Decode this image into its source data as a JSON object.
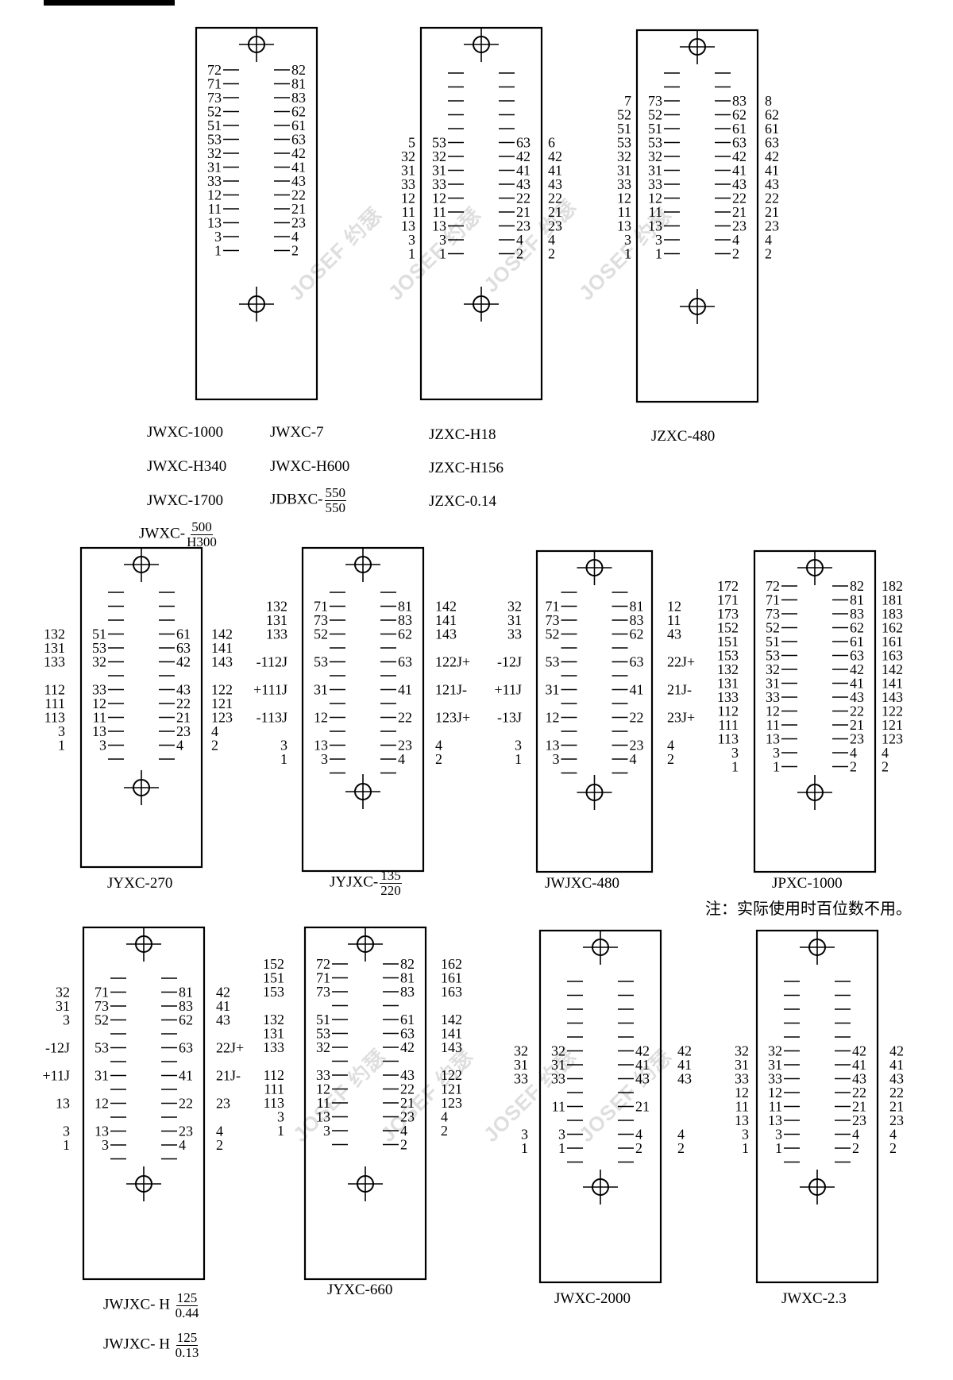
{
  "note": "注：实际使用时百位数不用。",
  "watermark": "JOSEF 约瑟",
  "panels": [
    {
      "id": "p1",
      "names": [
        {
          "pre": "JWXC-1000"
        },
        {
          "pre": "JWXC-H340"
        },
        {
          "pre": "JWXC-1700"
        },
        {
          "pre": "JWXC-",
          "num": "500",
          "den": "H300"
        },
        {
          "pre": "JWXC-7"
        },
        {
          "pre": "JWXC-H600"
        },
        {
          "pre": "JDBXC-",
          "num": "550",
          "den": "550"
        }
      ],
      "rows": [
        [
          "",
          "72",
          "82",
          ""
        ],
        [
          "",
          "71",
          "81",
          ""
        ],
        [
          "",
          "73",
          "83",
          ""
        ],
        [
          "",
          "52",
          "62",
          ""
        ],
        [
          "",
          "51",
          "61",
          ""
        ],
        [
          "",
          "53",
          "63",
          ""
        ],
        [
          "",
          "32",
          "42",
          ""
        ],
        [
          "",
          "31",
          "41",
          ""
        ],
        [
          "",
          "33",
          "43",
          ""
        ],
        [
          "",
          "12",
          "22",
          ""
        ],
        [
          "",
          "11",
          "21",
          ""
        ],
        [
          "",
          "13",
          "23",
          ""
        ],
        [
          "",
          "3",
          "4",
          ""
        ],
        [
          "",
          "1",
          "2",
          ""
        ]
      ]
    },
    {
      "id": "p2",
      "names": [
        {
          "pre": "JZXC-H18"
        },
        {
          "pre": "JZXC-H156"
        },
        {
          "pre": "JZXC-0.14"
        }
      ],
      "rows": [
        [
          "",
          "",
          "",
          ""
        ],
        [
          "",
          "",
          "",
          ""
        ],
        [
          "",
          "",
          "",
          ""
        ],
        [
          "",
          "",
          "",
          ""
        ],
        [
          "",
          "",
          "",
          ""
        ],
        [
          "5",
          "53",
          "63",
          "6"
        ],
        [
          "32",
          "32",
          "42",
          "42"
        ],
        [
          "31",
          "31",
          "41",
          "41"
        ],
        [
          "33",
          "33",
          "43",
          "43"
        ],
        [
          "12",
          "12",
          "22",
          "22"
        ],
        [
          "11",
          "11",
          "21",
          "21"
        ],
        [
          "13",
          "13",
          "23",
          "23"
        ],
        [
          "3",
          "3",
          "4",
          "4"
        ],
        [
          "1",
          "1",
          "2",
          "2"
        ]
      ]
    },
    {
      "id": "p3",
      "names": [
        {
          "pre": "JZXC-480"
        }
      ],
      "rows": [
        [
          "",
          "",
          "",
          ""
        ],
        [
          "",
          "",
          "",
          ""
        ],
        [
          "7",
          "73",
          "83",
          "8"
        ],
        [
          "52",
          "52",
          "62",
          "62"
        ],
        [
          "51",
          "51",
          "61",
          "61"
        ],
        [
          "53",
          "53",
          "63",
          "63"
        ],
        [
          "32",
          "32",
          "42",
          "42"
        ],
        [
          "31",
          "31",
          "41",
          "41"
        ],
        [
          "33",
          "33",
          "43",
          "43"
        ],
        [
          "12",
          "12",
          "22",
          "22"
        ],
        [
          "11",
          "11",
          "21",
          "21"
        ],
        [
          "13",
          "13",
          "23",
          "23"
        ],
        [
          "3",
          "3",
          "4",
          "4"
        ],
        [
          "1",
          "1",
          "2",
          "2"
        ]
      ]
    },
    {
      "id": "p4",
      "names": [
        {
          "pre": "JYXC-270"
        }
      ],
      "rows": [
        [
          "",
          "",
          "",
          ""
        ],
        [
          "",
          "",
          "",
          ""
        ],
        [
          "",
          "",
          "",
          ""
        ],
        [
          "132",
          "51",
          "61",
          "142"
        ],
        [
          "131",
          "53",
          "63",
          "141"
        ],
        [
          "133",
          "32",
          "42",
          "143"
        ],
        [
          "",
          "",
          "",
          ""
        ],
        [
          "112",
          "33",
          "43",
          "122"
        ],
        [
          "111",
          "12",
          "22",
          "121"
        ],
        [
          "113",
          "11",
          "21",
          "123"
        ],
        [
          "3",
          "13",
          "23",
          "4"
        ],
        [
          "1",
          "3",
          "4",
          "2"
        ],
        [
          "",
          "",
          "",
          ""
        ]
      ]
    },
    {
      "id": "p5",
      "names": [
        {
          "pre": "JYJXC-",
          "num": "135",
          "den": "220"
        }
      ],
      "rows": [
        [
          "",
          "",
          "",
          ""
        ],
        [
          "132",
          "71",
          "81",
          "142"
        ],
        [
          "131",
          "73",
          "83",
          "141"
        ],
        [
          "133",
          "52",
          "62",
          "143"
        ],
        [
          "",
          "",
          "",
          ""
        ],
        [
          "-112J",
          "53",
          "63",
          "122J+"
        ],
        [
          "",
          "",
          "",
          ""
        ],
        [
          "+111J",
          "31",
          "41",
          "121J-"
        ],
        [
          "",
          "",
          "",
          ""
        ],
        [
          "-113J",
          "12",
          "22",
          "123J+"
        ],
        [
          "",
          "",
          "",
          ""
        ],
        [
          "3",
          "13",
          "23",
          "4"
        ],
        [
          "1",
          "3",
          "4",
          "2"
        ],
        [
          "",
          "",
          "",
          ""
        ]
      ]
    },
    {
      "id": "p6",
      "names": [
        {
          "pre": "JWJXC-480"
        }
      ],
      "rows": [
        [
          "",
          "",
          "",
          ""
        ],
        [
          "32",
          "71",
          "81",
          "12"
        ],
        [
          "31",
          "73",
          "83",
          "11"
        ],
        [
          "33",
          "52",
          "62",
          "43"
        ],
        [
          "",
          "",
          "",
          ""
        ],
        [
          "-12J",
          "53",
          "63",
          "22J+"
        ],
        [
          "",
          "",
          "",
          ""
        ],
        [
          "+11J",
          "31",
          "41",
          "21J-"
        ],
        [
          "",
          "",
          "",
          ""
        ],
        [
          "-13J",
          "12",
          "22",
          "23J+"
        ],
        [
          "",
          "",
          "",
          ""
        ],
        [
          "3",
          "13",
          "23",
          "4"
        ],
        [
          "1",
          "3",
          "4",
          "2"
        ],
        [
          "",
          "",
          "",
          ""
        ]
      ]
    },
    {
      "id": "p7",
      "names": [
        {
          "pre": "JPXC-1000"
        }
      ],
      "rows": [
        [
          "172",
          "72",
          "82",
          "182"
        ],
        [
          "171",
          "71",
          "81",
          "181"
        ],
        [
          "173",
          "73",
          "83",
          "183"
        ],
        [
          "152",
          "52",
          "62",
          "162"
        ],
        [
          "151",
          "51",
          "61",
          "161"
        ],
        [
          "153",
          "53",
          "63",
          "163"
        ],
        [
          "132",
          "32",
          "42",
          "142"
        ],
        [
          "131",
          "31",
          "41",
          "141"
        ],
        [
          "133",
          "33",
          "43",
          "143"
        ],
        [
          "112",
          "12",
          "22",
          "122"
        ],
        [
          "111",
          "11",
          "21",
          "121"
        ],
        [
          "113",
          "13",
          "23",
          "123"
        ],
        [
          "3",
          "3",
          "4",
          "4"
        ],
        [
          "1",
          "1",
          "2",
          "2"
        ]
      ]
    },
    {
      "id": "p8",
      "names": [
        {
          "pre": "JWJXC- H ",
          "num": "125",
          "den": "0.44"
        },
        {
          "pre": "JWJXC- H ",
          "num": "125",
          "den": "0.13"
        }
      ],
      "rows": [
        [
          "",
          "",
          "",
          ""
        ],
        [
          "32",
          "71",
          "81",
          "42"
        ],
        [
          "31",
          "73",
          "83",
          "41"
        ],
        [
          "3",
          "52",
          "62",
          "43"
        ],
        [
          "",
          "",
          "",
          ""
        ],
        [
          "-12J",
          "53",
          "63",
          "22J+"
        ],
        [
          "",
          "",
          "",
          ""
        ],
        [
          "+11J",
          "31",
          "41",
          "21J-"
        ],
        [
          "",
          "",
          "",
          ""
        ],
        [
          "13",
          "12",
          "22",
          "23"
        ],
        [
          "",
          "",
          "",
          ""
        ],
        [
          "3",
          "13",
          "23",
          "4"
        ],
        [
          "1",
          "3",
          "4",
          "2"
        ],
        [
          "",
          "",
          "",
          ""
        ]
      ]
    },
    {
      "id": "p9",
      "names": [
        {
          "pre": "JYXC-660"
        }
      ],
      "rows": [
        [
          "152",
          "72",
          "82",
          "162"
        ],
        [
          "151",
          "71",
          "81",
          "161"
        ],
        [
          "153",
          "73",
          "83",
          "163"
        ],
        [
          "",
          "",
          "",
          ""
        ],
        [
          "132",
          "51",
          "61",
          "142"
        ],
        [
          "131",
          "53",
          "63",
          "141"
        ],
        [
          "133",
          "32",
          "42",
          "143"
        ],
        [
          "",
          "",
          "",
          ""
        ],
        [
          "112",
          "33",
          "43",
          "122"
        ],
        [
          "111",
          "12",
          "22",
          "121"
        ],
        [
          "113",
          "11",
          "21",
          "123"
        ],
        [
          "3",
          "13",
          "23",
          "4"
        ],
        [
          "1",
          "3",
          "4",
          "2"
        ],
        [
          "",
          "",
          "2",
          ""
        ]
      ]
    },
    {
      "id": "p10",
      "names": [
        {
          "pre": "JWXC-2000"
        }
      ],
      "rows": [
        [
          "",
          "",
          "",
          ""
        ],
        [
          "",
          "",
          "",
          ""
        ],
        [
          "",
          "",
          "",
          ""
        ],
        [
          "",
          "",
          "",
          ""
        ],
        [
          "",
          "",
          "",
          ""
        ],
        [
          "32",
          "32",
          "42",
          "42"
        ],
        [
          "31",
          "31",
          "41",
          "41"
        ],
        [
          "33",
          "33",
          "43",
          "43"
        ],
        [
          "",
          "",
          "",
          ""
        ],
        [
          "",
          "11",
          "21",
          ""
        ],
        [
          "",
          "",
          "",
          ""
        ],
        [
          "3",
          "3",
          "4",
          "4"
        ],
        [
          "1",
          "1",
          "2",
          "2"
        ],
        [
          "",
          "",
          "",
          ""
        ]
      ]
    },
    {
      "id": "p11",
      "names": [
        {
          "pre": "JWXC-2.3"
        }
      ],
      "rows": [
        [
          "",
          "",
          "",
          ""
        ],
        [
          "",
          "",
          "",
          ""
        ],
        [
          "",
          "",
          "",
          ""
        ],
        [
          "",
          "",
          "",
          ""
        ],
        [
          "",
          "",
          "",
          ""
        ],
        [
          "32",
          "32",
          "42",
          "42"
        ],
        [
          "31",
          "31",
          "41",
          "41"
        ],
        [
          "33",
          "33",
          "43",
          "43"
        ],
        [
          "12",
          "12",
          "22",
          "22"
        ],
        [
          "11",
          "11",
          "21",
          "21"
        ],
        [
          "13",
          "13",
          "23",
          "23"
        ],
        [
          "3",
          "3",
          "4",
          "4"
        ],
        [
          "1",
          "1",
          "2",
          "2"
        ],
        [
          "",
          "",
          "",
          ""
        ]
      ]
    }
  ]
}
